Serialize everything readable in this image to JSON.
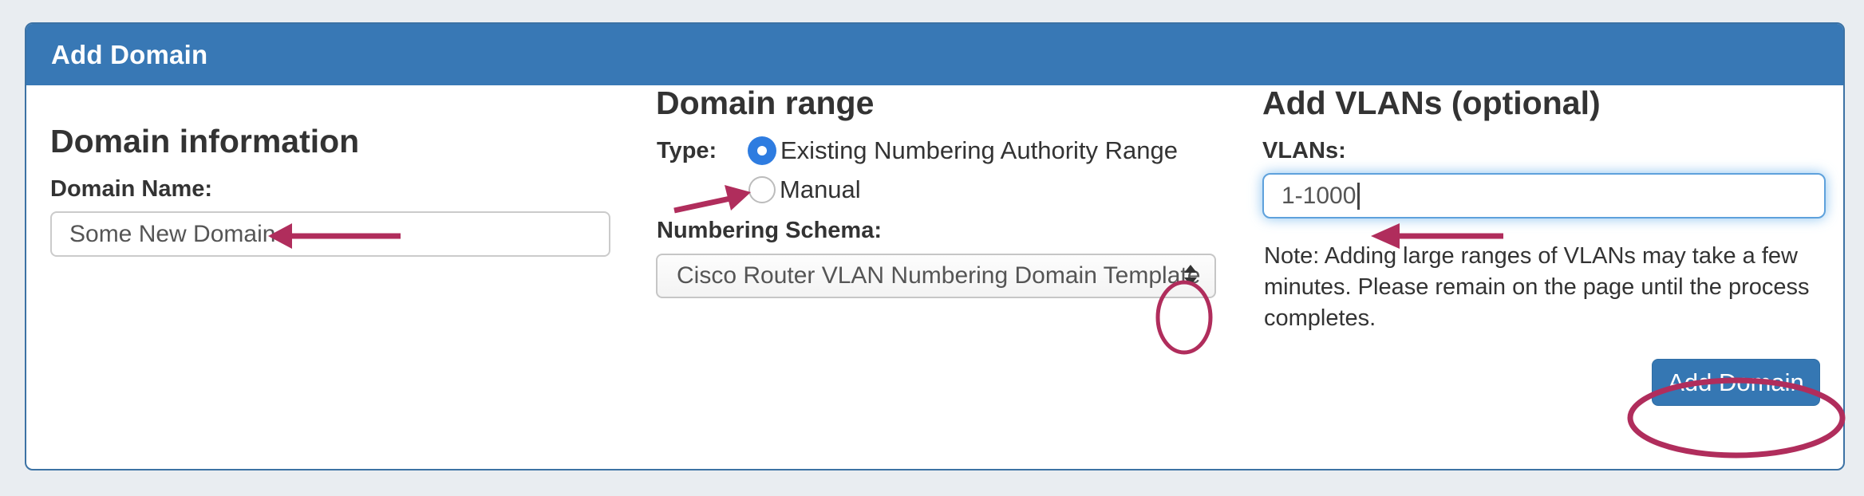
{
  "page": {
    "background_color": "#e9edf1"
  },
  "panel": {
    "title": "Add Domain",
    "header_color": "#3878b5",
    "border_color": "#3c72a4"
  },
  "columns": {
    "domain_information": {
      "heading": "Domain information",
      "domain_name_label": "Domain Name:",
      "domain_name_value": "Some New Domain"
    },
    "domain_range": {
      "heading": "Domain range",
      "type_label": "Type:",
      "radio_options": [
        {
          "label": "Existing Numbering Authority Range",
          "selected": true
        },
        {
          "label": "Manual",
          "selected": false
        }
      ],
      "numbering_schema_label": "Numbering Schema:",
      "numbering_schema_value": "Cisco Router VLAN Numbering Domain Template"
    },
    "add_vlans": {
      "heading": "Add VLANs (optional)",
      "vlans_label": "VLANs:",
      "vlans_value": "1-1000",
      "note": "Note: Adding large ranges of VLANs may take a few minutes. Please remain on the page until the process completes.",
      "add_domain_button": "Add Domain"
    }
  },
  "annotations": {
    "color": "#b02d5c",
    "items": [
      "arrow-to-domain-name-value",
      "arrow-to-type-radio",
      "arrow-to-vlans-value",
      "circle-around-select-arrows",
      "ellipse-around-add-domain-button"
    ]
  }
}
